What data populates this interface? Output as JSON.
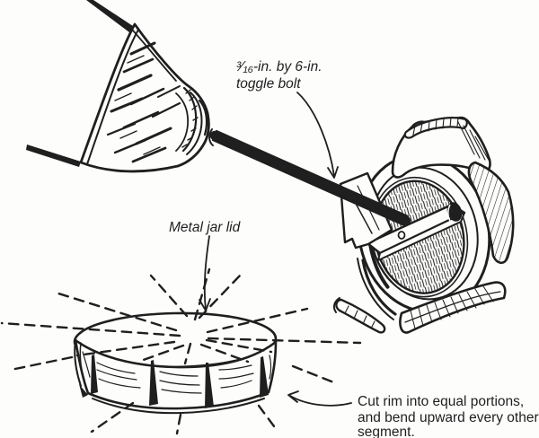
{
  "labels": {
    "toggle_bolt_line1": "³⁄₁₆-in. by 6-in.",
    "toggle_bolt_line2": "toggle bolt",
    "metal_jar_lid": "Metal jar lid",
    "cut_rim_line1": "Cut rim into equal portions,",
    "cut_rim_line2": "and bend upward every other",
    "cut_rim_line3": "segment."
  },
  "colors": {
    "ink": "#1f1f1f",
    "paper": "#fdfdfc"
  }
}
